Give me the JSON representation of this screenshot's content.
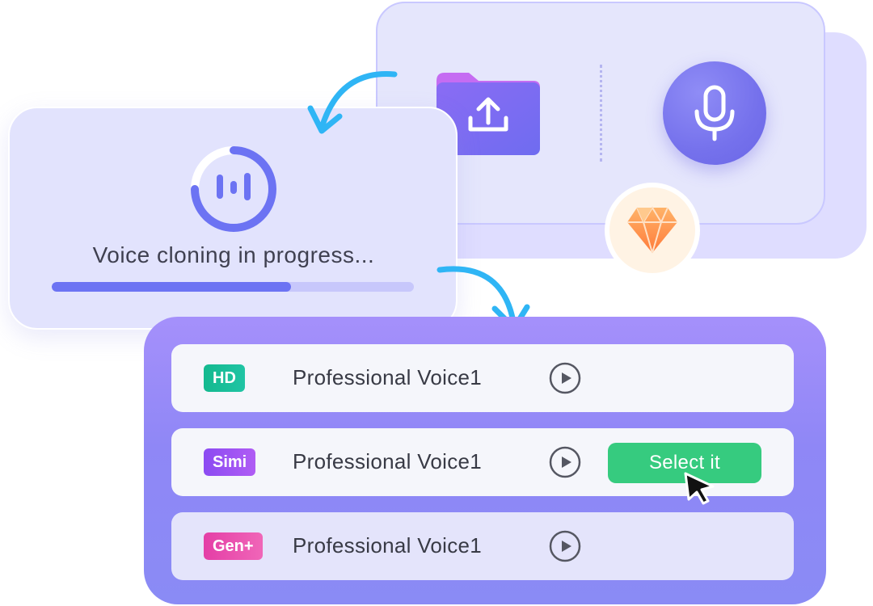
{
  "progress": {
    "status_text": "Voice cloning in progress...",
    "percent": 66
  },
  "upload_card": {
    "upload_icon": "folder-upload-icon",
    "record_icon": "microphone-icon",
    "badge_icon": "diamond-icon"
  },
  "voices": [
    {
      "tag": "HD",
      "name": "Professional Voice1",
      "play_icon": "play-icon"
    },
    {
      "tag": "Simi",
      "name": "Professional Voice1",
      "play_icon": "play-icon",
      "action_label": "Select it"
    },
    {
      "tag": "Gen+",
      "name": "Professional Voice1",
      "play_icon": "play-icon"
    }
  ],
  "colors": {
    "accent": "#6c73f3",
    "panel": "#9a8cf8",
    "select": "#36cb7f",
    "hd": "#14b98f",
    "simi": "#9a52f3",
    "gen": "#e84aad",
    "arrow": "#2fb5f5"
  }
}
